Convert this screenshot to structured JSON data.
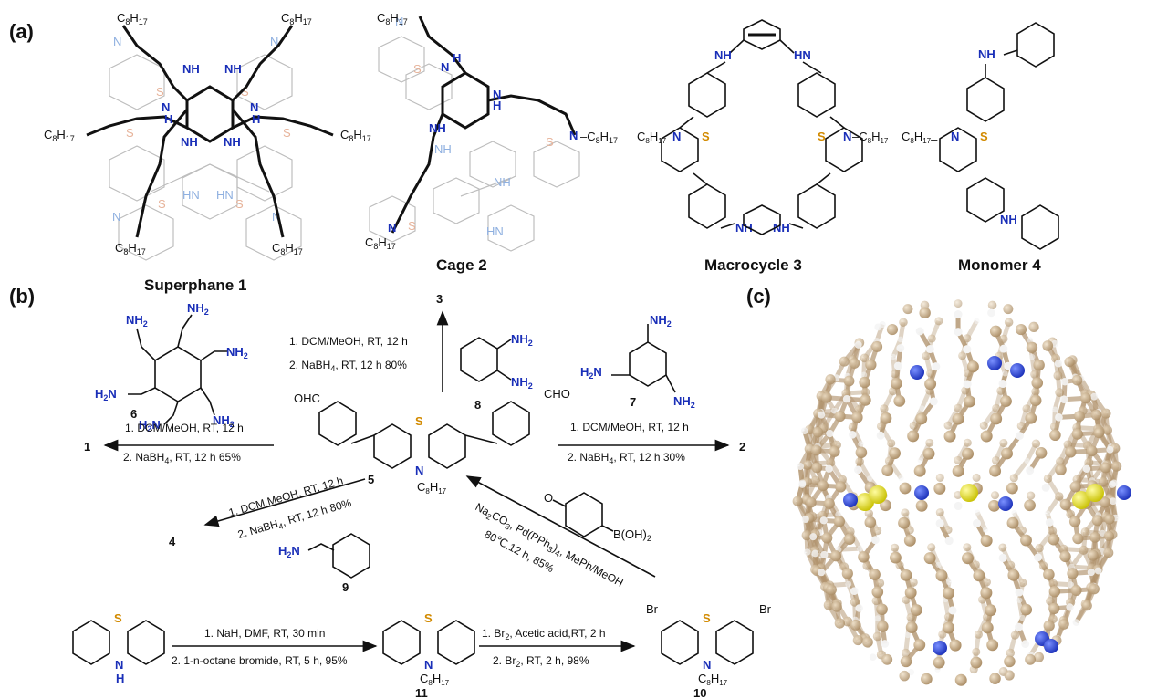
{
  "panels": {
    "a": "(a)",
    "b": "(b)",
    "c": "(c)"
  },
  "names": {
    "superphane": "Superphane 1",
    "cage": "Cage 2",
    "macro": "Macrocycle 3",
    "monomer": "Monomer 4"
  },
  "atoms": {
    "NH": "NH",
    "HN": "HN",
    "N": "N",
    "H": "H",
    "S": "S",
    "C8": "C",
    "sub8": "8",
    "H17": "H",
    "sub17": "17",
    "NH2": "NH",
    "sub2": "2",
    "H2N": "H",
    "H2Nn": "N",
    "OHC": "OHC",
    "CHO": "CHO",
    "Br": "Br",
    "BOH2": "B(OH)",
    "O": "O"
  },
  "compound_numbers": {
    "c1": "1",
    "c2": "2",
    "c3": "3",
    "c4": "4",
    "c5": "5",
    "c6": "6",
    "c7": "7",
    "c8": "8",
    "c9": "9",
    "c10": "10",
    "c11": "11"
  },
  "conditions": {
    "to3_1": "1. DCM/MeOH, RT, 12 h",
    "to3_2": "2. NaBH",
    "to3_2b": ", RT, 12 h  80%",
    "to1_1": "1. DCM/MeOH, RT, 12 h",
    "to1_2": "2. NaBH",
    "to1_2b": ", RT, 12 h  65%",
    "to2_1": "1. DCM/MeOH, RT, 12 h",
    "to2_2": "2. NaBH",
    "to2_2b": ", RT, 12 h  30%",
    "to4_1": "1. DCM/MeOH, RT, 12 h",
    "to4_2": "2. NaBH",
    "to4_2b": ", RT, 12 h  80%",
    "suzuki_1": "Na",
    "suzuki_2": "CO",
    "suzuki_3": ", Pd(PPh",
    "suzuki_4": ")",
    "suzuki_5": ", MePh/MeOH",
    "suzuki_6": "80℃,12 h, 85%",
    "alk_1": "1. NaH, DMF, RT, 30 min",
    "alk_2": "2. 1-n-octane bromide, RT, 5 h, 95%",
    "brom_1": "1. Br",
    "brom_1b": ", Acetic acid,RT, 2 h",
    "brom_2": "2. Br",
    "brom_2b": ", RT, 2 h, 98%",
    "sub4": "4",
    "sub3": "3",
    "sub2": "2"
  },
  "colors": {
    "nitrogen": "#1a2fb8",
    "sulfur": "#d28a00",
    "carbon_ball": "#c9ab86",
    "s_ball": "#e8e020",
    "n_ball": "#2340d8"
  }
}
